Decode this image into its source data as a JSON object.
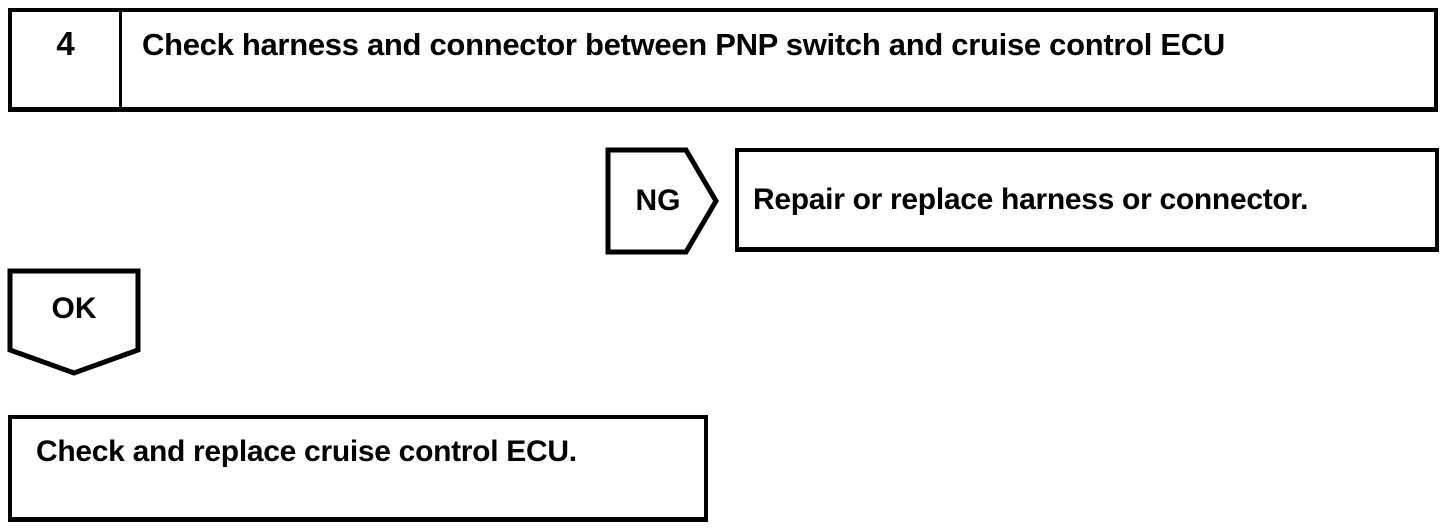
{
  "flowchart": {
    "step": {
      "number": "4",
      "title": "Check harness and connector between PNP switch and cruise control ECU"
    },
    "ng": {
      "label": "NG",
      "action": "Repair or replace harness or connector."
    },
    "ok": {
      "label": "OK",
      "action": "Check and replace cruise control ECU."
    },
    "colors": {
      "ink": "#000000",
      "paper": "#ffffff"
    }
  }
}
